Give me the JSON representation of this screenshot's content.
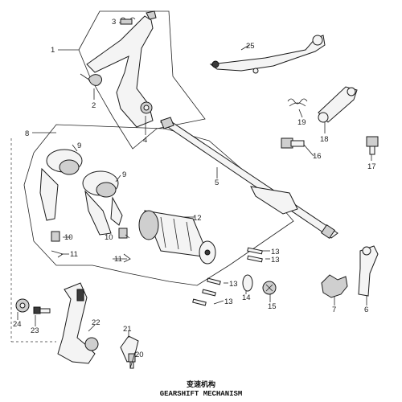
{
  "title_cn": "变速机构",
  "title_en": "GEARSHIFT MECHANISM",
  "labels": {
    "n1": "1",
    "n2": "2",
    "n3": "3",
    "n4": "4",
    "n5": "5",
    "n6": "6",
    "n7": "7",
    "n8": "8",
    "n9a": "9",
    "n9b": "9",
    "n10a": "10",
    "n10b": "10",
    "n11a": "11",
    "n11b": "11",
    "n12": "12",
    "n13a": "13",
    "n13b": "13",
    "n13c": "13",
    "n13d": "13",
    "n14": "14",
    "n15": "15",
    "n16": "16",
    "n17": "17",
    "n18": "18",
    "n19": "19",
    "n20": "20",
    "n21": "21",
    "n22": "22",
    "n23": "23",
    "n24": "24",
    "n25": "25"
  }
}
